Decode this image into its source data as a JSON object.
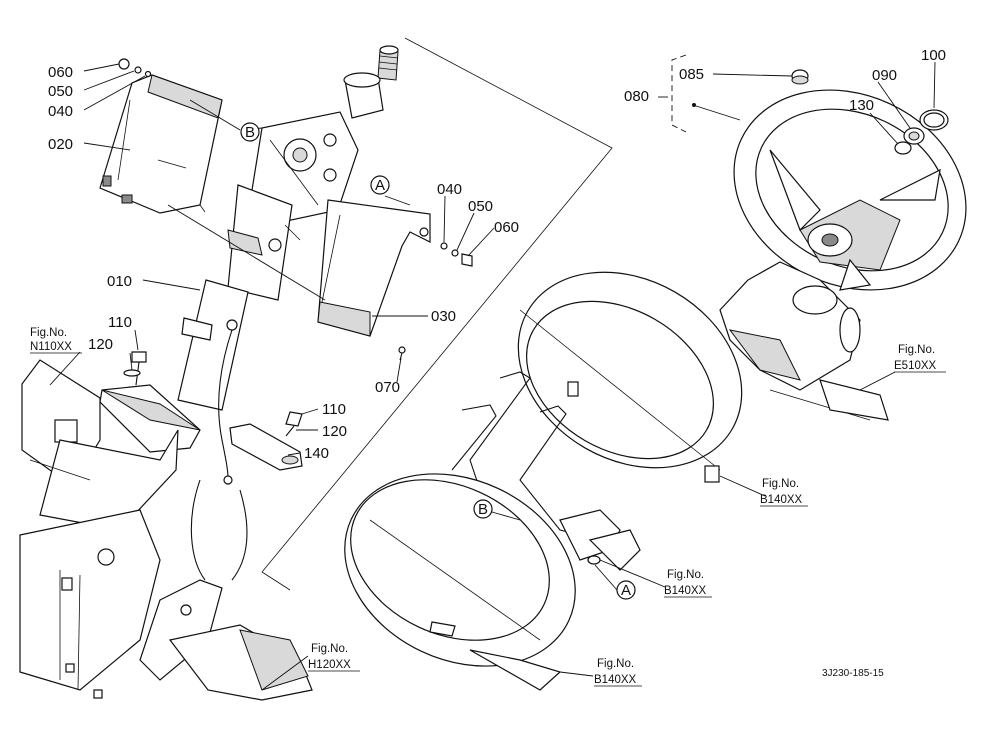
{
  "parts": {
    "p060a": "060",
    "p050a": "050",
    "p040a": "040",
    "p020": "020",
    "p010": "010",
    "p110a": "110",
    "p120a": "120",
    "p040b": "040",
    "p050b": "050",
    "p060b": "060",
    "p030": "030",
    "p070": "070",
    "p110b": "110",
    "p120b": "120",
    "p140": "140",
    "p080": "080",
    "p085": "085",
    "p090": "090",
    "p100": "100",
    "p130": "130"
  },
  "callouts": {
    "a1": "A",
    "a2": "A",
    "b1": "B",
    "b2": "B"
  },
  "figrefs": {
    "n110": {
      "label": "Fig.No.",
      "code": "N110XX"
    },
    "e510": {
      "label": "Fig.No.",
      "code": "E510XX"
    },
    "b140a": {
      "label": "Fig.No.",
      "code": "B140XX"
    },
    "b140b": {
      "label": "Fig.No.",
      "code": "B140XX"
    },
    "b140c": {
      "label": "Fig.No.",
      "code": "B140XX"
    },
    "h120": {
      "label": "Fig.No.",
      "code": "H120XX"
    }
  },
  "drawing_ref": "3J230-185-15"
}
